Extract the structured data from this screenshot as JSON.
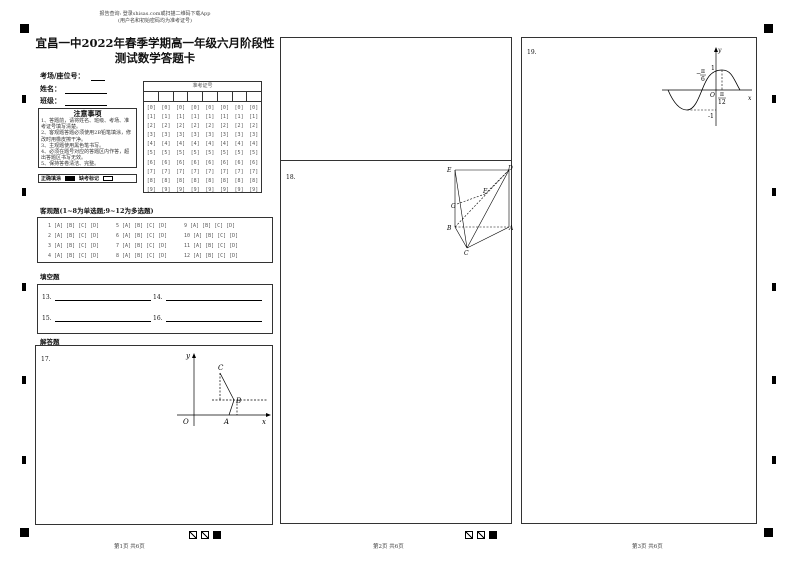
{
  "header_note": [
    "报告查询: 登录shisas.com或扫描二维码下载App",
    "(用户名和初始密码均为准考证号)"
  ],
  "title": [
    "宜昌一中2022年春季学期高一年级六月阶段性",
    "测试数学答题卡"
  ],
  "fields": {
    "seat": "考场/座位号：",
    "name": "姓名：",
    "class": "班级："
  },
  "notice": {
    "title": "注意事项",
    "lines": [
      "1、答题前，请将姓名、班级、考场、准考证号填写清楚。",
      "2、客观题答题必须使用2B铅笔填涂，修改时用橡皮擦干净。",
      "3、主观题使用黑色笔书写。",
      "4、必须在题号对应的答题区内作答，超出答题区书写无效。",
      "5、保持答卷清洁、完整。"
    ]
  },
  "legend": {
    "correct": "正确填涂",
    "missing": "缺考标记"
  },
  "admission": {
    "title": "准考证号",
    "digits": [
      "[0]",
      "[1]",
      "[2]",
      "[3]",
      "[4]",
      "[5]",
      "[6]",
      "[7]",
      "[8]",
      "[9]"
    ]
  },
  "objective": {
    "title": "客观题(1~8为单选题;9~12为多选题)",
    "rows": [
      [
        "1 [A] [B] [C] [D]",
        "5 [A] [B] [C] [D]",
        "9 [A] [B] [C] [D]"
      ],
      [
        "2 [A] [B] [C] [D]",
        "6 [A] [B] [C] [D]",
        "10 [A] [B] [C] [D]"
      ],
      [
        "3 [A] [B] [C] [D]",
        "7 [A] [B] [C] [D]",
        "11 [A] [B] [C] [D]"
      ],
      [
        "4 [A] [B] [C] [D]",
        "8 [A] [B] [C] [D]",
        "12 [A] [B] [C] [D]"
      ]
    ]
  },
  "fill_in": {
    "title": "填空题",
    "items": [
      "13.",
      "14.",
      "15.",
      "16."
    ]
  },
  "solve": {
    "title": "解答题"
  },
  "q17": {
    "num": "17.",
    "labels": {
      "y": "y",
      "x": "x",
      "o": "O",
      "a": "A",
      "b": "B",
      "c": "C"
    }
  },
  "q18": {
    "num": "18.",
    "labels": {
      "e": "E",
      "d": "D",
      "f": "F",
      "g": "G",
      "b": "B",
      "a": "A",
      "c": "C"
    }
  },
  "q19": {
    "num": "19.",
    "labels": {
      "y": "y",
      "x": "x",
      "o": "O",
      "one": "1",
      "neg_one": "-1",
      "left_num": "π",
      "left_den": "6",
      "left_sign": "−",
      "right_num": "π",
      "right_den": "12"
    }
  },
  "footer": [
    "第1页  共6页",
    "第2页  共6页",
    "第3页  共6页"
  ]
}
